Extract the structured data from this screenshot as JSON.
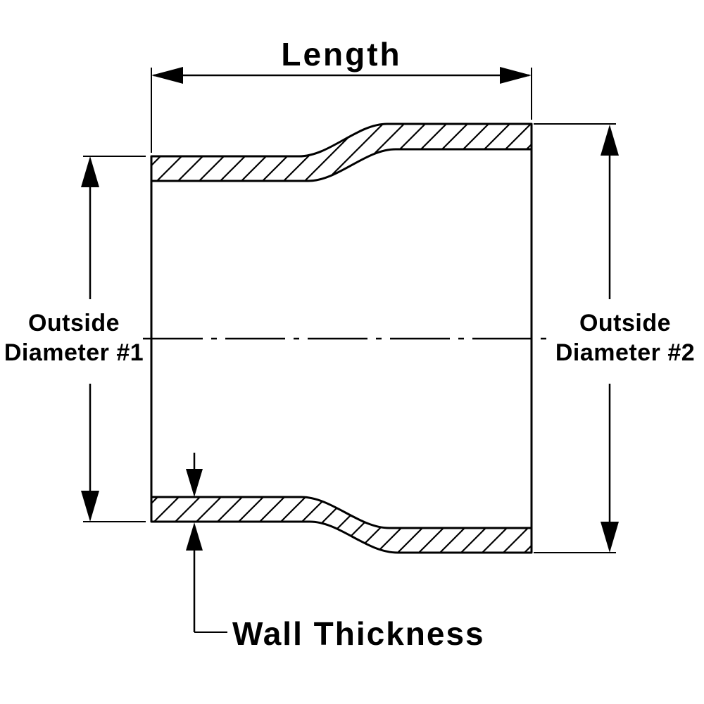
{
  "diagram": {
    "type": "technical-dimension-drawing",
    "subject": "reducer coupler tube cross-section",
    "labels": {
      "length": "Length",
      "od1_line1": "Outside",
      "od1_line2": "Diameter #1",
      "od2_line1": "Outside",
      "od2_line2": "Diameter #2",
      "wall_thickness": "Wall Thickness"
    },
    "colors": {
      "line": "#000000",
      "background": "#ffffff"
    }
  }
}
